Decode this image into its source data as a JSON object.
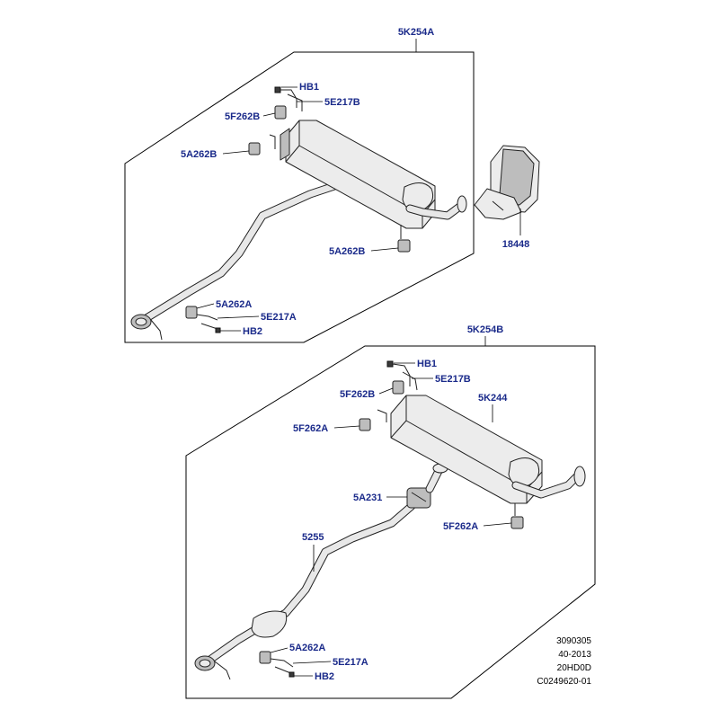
{
  "colors": {
    "label": "#1a2a8a",
    "line": "#000000"
  },
  "assembly_a": {
    "title": "5K254A",
    "labels": {
      "hb1": "HB1",
      "e217b": "5E217B",
      "f262b": "5F262B",
      "a262b_upper": "5A262B",
      "a262b_lower": "5A262B",
      "a262a": "5A262A",
      "e217a": "5E217A",
      "hb2": "HB2"
    }
  },
  "heat_shield": {
    "label": "18448"
  },
  "assembly_b": {
    "title": "5K254B",
    "labels": {
      "hb1": "HB1",
      "e217b": "5E217B",
      "f262b": "5F262B",
      "k244": "5K244",
      "f262a_upper": "5F262A",
      "a231": "5A231",
      "f262a_lower": "5F262A",
      "p5255": "5255",
      "a262a": "5A262A",
      "e217a": "5E217A",
      "hb2": "HB2"
    }
  },
  "reference": [
    "3090305",
    "40-2013",
    "20HD0D",
    "C0249620-01"
  ]
}
